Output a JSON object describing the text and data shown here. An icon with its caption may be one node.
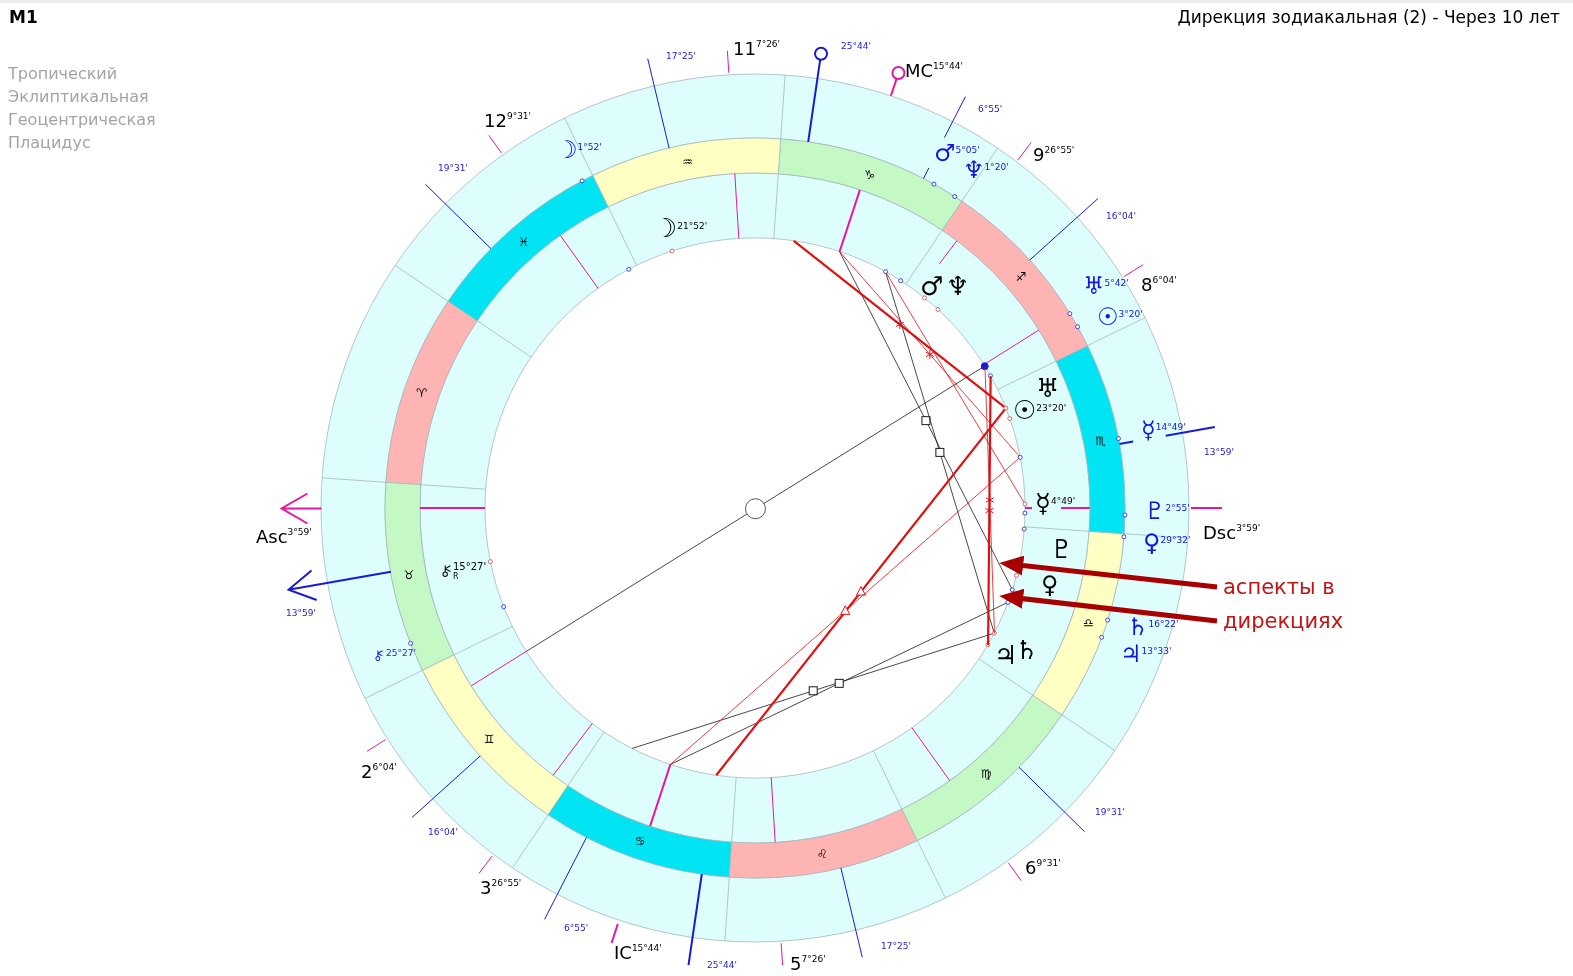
{
  "diagram": {
    "title": "Дирекция зодиакальная (2) - Через 10 лет",
    "nodes": [
      {
        "text": [],
        "shape": "line"
      },
      {
        "text": [
          "аспекты в дирекциях"
        ]
      }
    ],
    "edges": [
      {
        "from": 1,
        "to": 0,
        "arrow": "to"
      },
      {
        "from": 1,
        "to": 0,
        "arrow": "to"
      }
    ],
    "labels": [
      "M1",
      "Тропический",
      "Эклиптикальная",
      "Геоцентрическая",
      "Плацидус",
      "11$^{7°26'}$",
      "17°25'",
      "25°44'",
      "MC$^{15°44'}$",
      "12$^{9°31'}$",
      "☽$^{1°52'}$",
      "19°31'",
      "♒",
      "6°55'",
      "♂$^{5°05'}$",
      "9$^{26°55'}$",
      "♆$^{1°20'}$",
      "♑",
      "☽$^{21°52'}$",
      "♓",
      "16°04'",
      "♐",
      "♂",
      "♆",
      "♅$^{5°42'}$",
      "8$^{6°04'}$",
      "☉$^{3°20'}$",
      "♈",
      "♅",
      "☉$^{23°20'}$",
      "☿$^{14°49'}$",
      "♏",
      "13°59'",
      "☿$^{4°49'}$",
      "♇$^{2°55'}$",
      "Asc$^{3°59'}$",
      "♇",
      "♀$^{29°32'}$",
      "Dsc$^{3°59'}$",
      "♉",
      "15°27'",
      "R",
      "♀",
      "13°59'",
      "♎",
      "♄$^{16°22'}$",
      "25°27'",
      "♃",
      "♄",
      "♃$^{13°33'}$",
      "♊",
      "2$^{6°04'}$",
      "♍",
      "19°31'",
      "16°04'",
      "♋",
      "♌",
      "6$^{9°31'}$",
      "3$^{26°55'}$",
      "6°55'",
      "17°25'",
      "IC$^{15°44'}$",
      "25°44'",
      "5$^{7°26'}$"
    ]
  }
}
